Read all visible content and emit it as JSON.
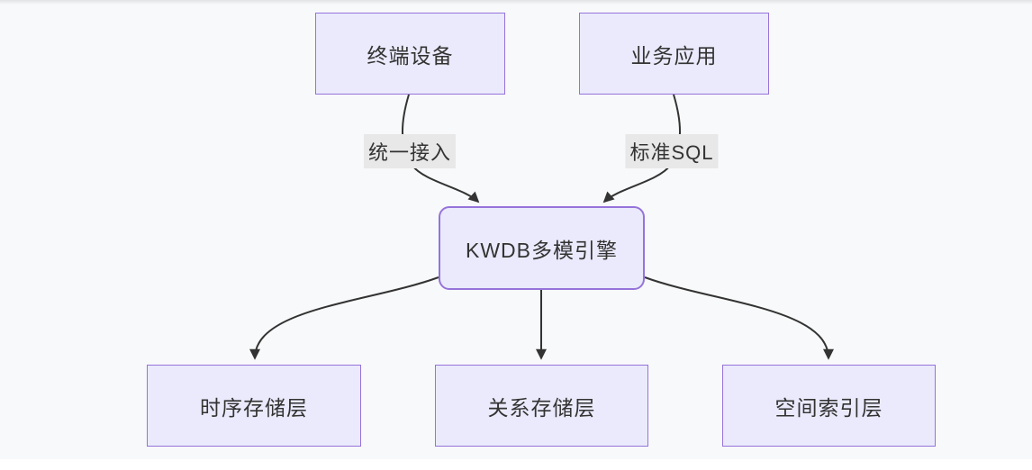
{
  "diagram": {
    "type": "flowchart",
    "nodes": [
      {
        "id": "terminal",
        "label": "终端设备",
        "shape": "rect"
      },
      {
        "id": "business",
        "label": "业务应用",
        "shape": "rect"
      },
      {
        "id": "engine",
        "label": "KWDB多模引擎",
        "shape": "rounded-rect"
      },
      {
        "id": "timeseries",
        "label": "时序存储层",
        "shape": "rect"
      },
      {
        "id": "relational",
        "label": "关系存储层",
        "shape": "rect"
      },
      {
        "id": "spatial",
        "label": "空间索引层",
        "shape": "rect"
      }
    ],
    "edges": [
      {
        "from": "terminal",
        "to": "engine",
        "label": "统一接入",
        "arrow": "filled-triangle"
      },
      {
        "from": "business",
        "to": "engine",
        "label": "标准SQL",
        "arrow": "filled-triangle"
      },
      {
        "from": "engine",
        "to": "timeseries",
        "label": "",
        "arrow": "filled-triangle"
      },
      {
        "from": "engine",
        "to": "relational",
        "label": "",
        "arrow": "filled-triangle"
      },
      {
        "from": "engine",
        "to": "spatial",
        "label": "",
        "arrow": "filled-triangle"
      }
    ],
    "colors": {
      "node_fill": "#eaeafc",
      "node_border": "#9673db",
      "edge_stroke": "#333333",
      "edge_label_bg": "#e8e8e8",
      "text": "#333333",
      "canvas_bg": "#f8f9fa",
      "page_bg": "#ffffff"
    }
  }
}
